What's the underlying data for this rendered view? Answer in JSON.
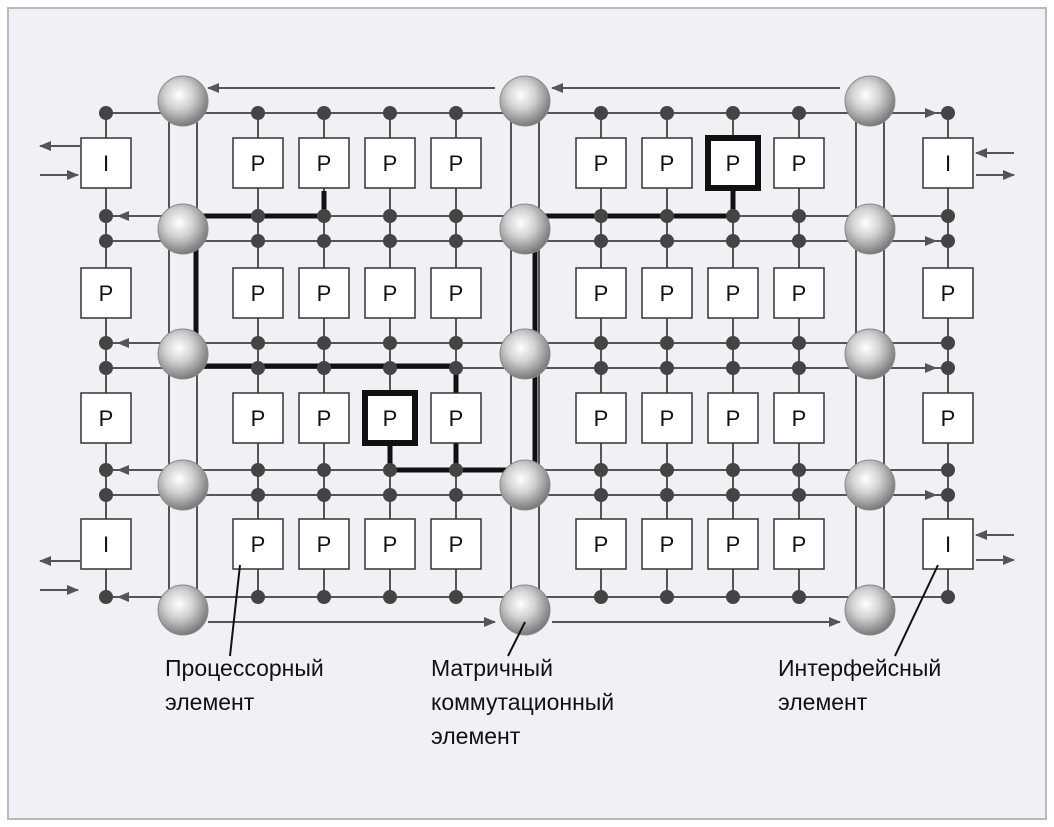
{
  "diagram": {
    "processor_label": "P",
    "interface_label": "I",
    "captions": {
      "processor": [
        "Процессорный",
        "элемент"
      ],
      "switch": [
        "Матричный",
        "коммутационный",
        "элемент"
      ],
      "interface": [
        "Интерфейсный",
        "элемент"
      ]
    },
    "colors": {
      "background": "#f1f1f5",
      "border": "#b8b8bf",
      "wire": "#555555",
      "route": "#111111",
      "node_dot": "#444444",
      "box_fill": "#ffffff",
      "box_stroke": "#333333"
    }
  }
}
